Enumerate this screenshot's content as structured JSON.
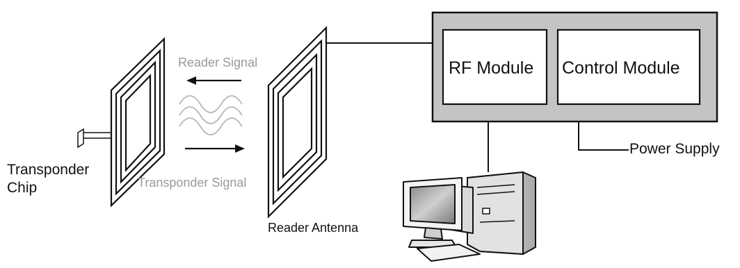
{
  "labels": {
    "transponder_chip_line1": "Transponder",
    "transponder_chip_line2": "Chip",
    "reader_signal": "Reader Signal",
    "transponder_signal": "Transponder Signal",
    "reader_antenna": "Reader Antenna",
    "rf_module": "RF Module",
    "control_module": "Control Module",
    "power_supply": "Power Supply"
  },
  "colors": {
    "line": "#111111",
    "reader_box_fill": "#c4c4c4",
    "signal_text": "#9a9a9a",
    "wave": "#b5b5b5"
  }
}
